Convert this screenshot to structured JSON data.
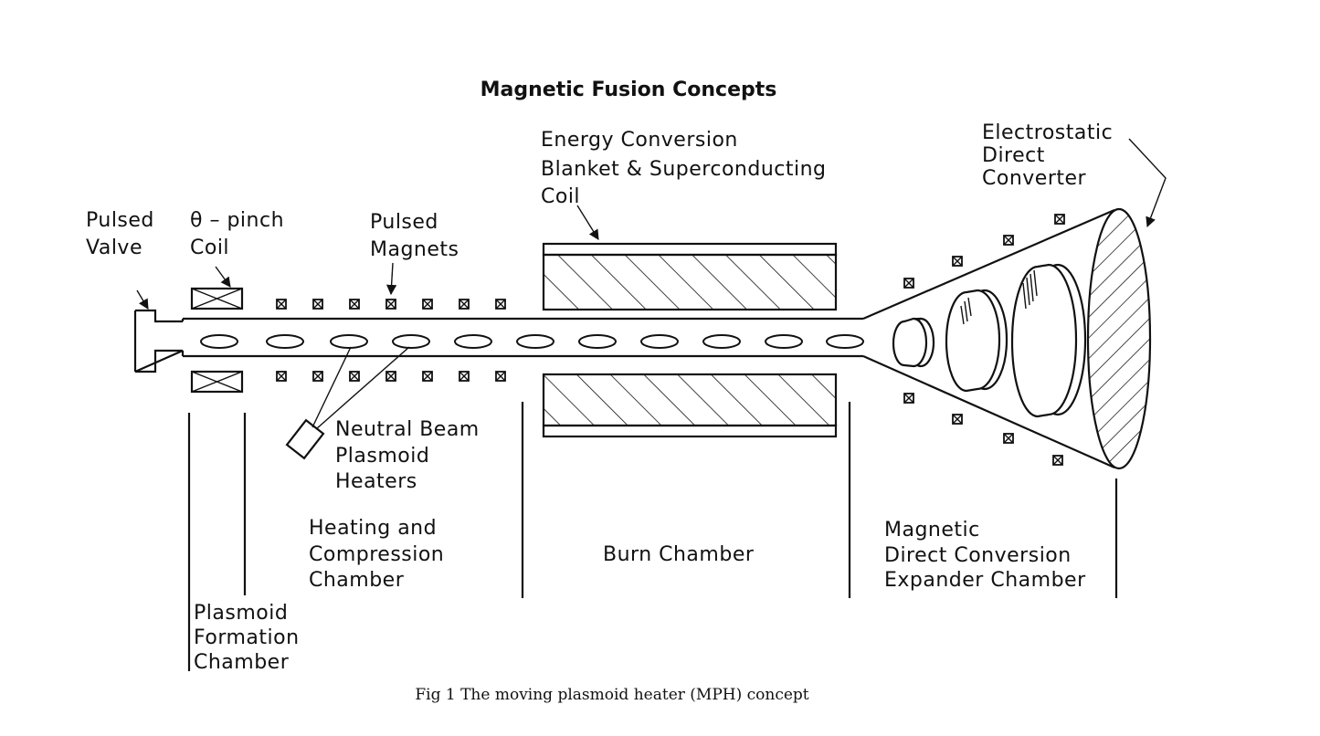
{
  "title": "Magnetic Fusion Concepts",
  "caption": "Fig 1   The moving plasmoid heater (MPH) concept",
  "labels": {
    "pulsed_valve": [
      "Pulsed",
      "Valve"
    ],
    "theta_pinch_coil": [
      "θ – pinch",
      "Coil"
    ],
    "pulsed_magnets": [
      "Pulsed",
      "Magnets"
    ],
    "energy_conversion": [
      "Energy  Conversion",
      "Blanket  &  Superconducting",
      "Coil"
    ],
    "electrostatic_converter": [
      "Electrostatic",
      "Direct",
      "Converter"
    ],
    "neutral_beam": [
      "Neutral  Beam",
      "Plasmoid",
      "Heaters"
    ]
  },
  "sections": {
    "plasmoid_formation": [
      "Plasmoid",
      "Formation",
      "Chamber"
    ],
    "heating_compression": [
      "Heating  and",
      "Compression",
      "Chamber"
    ],
    "burn": [
      "Burn  Chamber"
    ],
    "magnetic_direct_conversion": [
      "Magnetic",
      "Direct  Conversion",
      "Expander  Chamber"
    ]
  }
}
